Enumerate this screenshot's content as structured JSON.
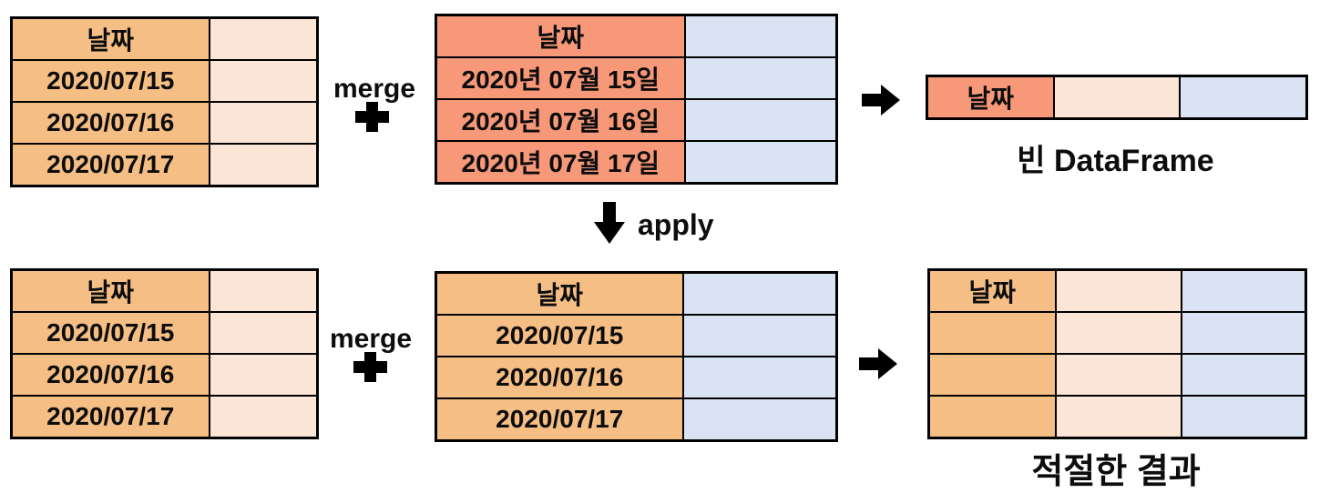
{
  "diagram": {
    "top_flow": {
      "merge_label": "merge",
      "result_caption": "빈 DataFrame"
    },
    "middle": {
      "apply_label": "apply"
    },
    "bottom_flow": {
      "merge_label": "merge",
      "result_caption": "적절한 결과"
    }
  },
  "tables": {
    "top_left": {
      "header": "날짜",
      "rows": [
        "2020/07/15",
        "2020/07/16",
        "2020/07/17"
      ]
    },
    "top_middle": {
      "header": "날짜",
      "rows": [
        "2020년 07월 15일",
        "2020년 07월 16일",
        "2020년 07월 17일"
      ]
    },
    "top_result": {
      "header": "날짜"
    },
    "bottom_left": {
      "header": "날짜",
      "rows": [
        "2020/07/15",
        "2020/07/16",
        "2020/07/17"
      ]
    },
    "bottom_middle": {
      "header": "날짜",
      "rows": [
        "2020/07/15",
        "2020/07/16",
        "2020/07/17"
      ]
    },
    "bottom_result": {
      "header": "날짜"
    }
  },
  "colors": {
    "orange": "#F5BE84",
    "salmon": "#F79879",
    "peach": "#FBE5D6",
    "blue": "#DAE3F3",
    "border": "#000000",
    "arrow": "#000000"
  }
}
